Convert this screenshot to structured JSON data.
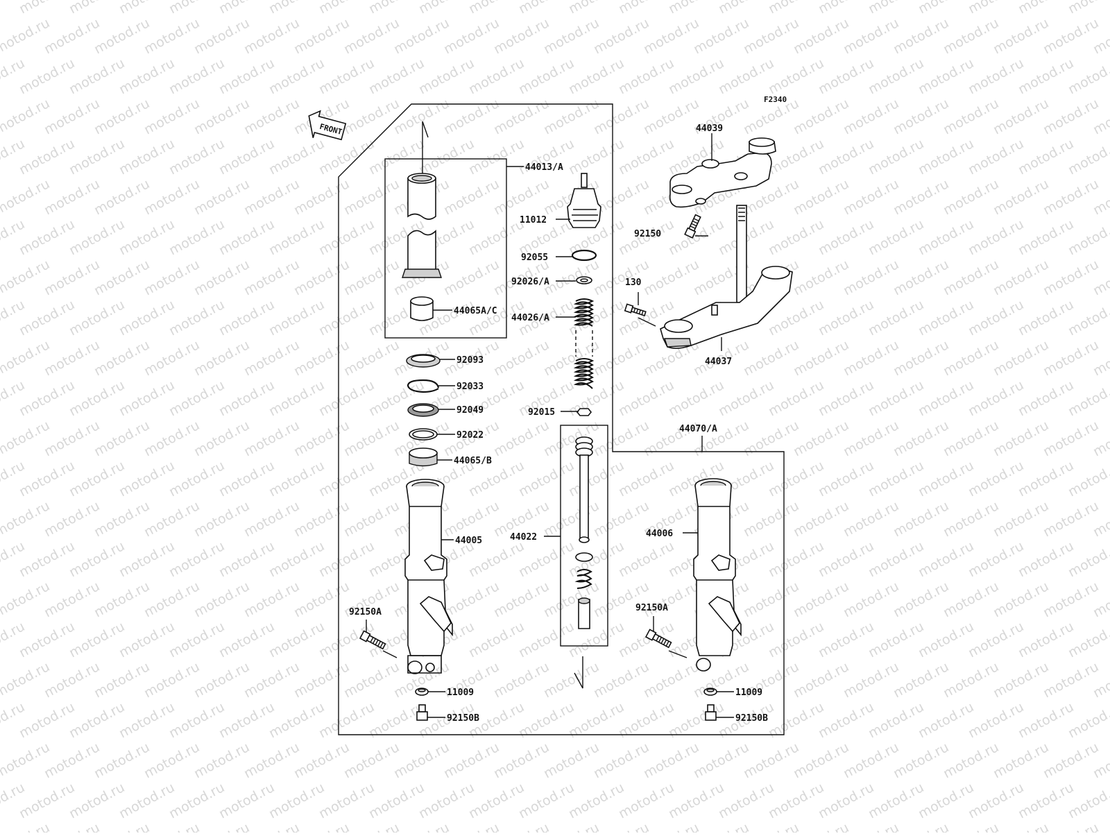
{
  "diagram_code": "F2340",
  "front_label": "FRONT",
  "watermark": "motod.ru",
  "parts": {
    "p44039": "44039",
    "p92150_clamp": "92150",
    "p130": "130",
    "p44037": "44037",
    "p44013A": "44013/A",
    "p11012": "11012",
    "p92055": "92055",
    "p92026A": "92026/A",
    "p44065AC": "44065A/C",
    "p44026A": "44026/A",
    "p92093": "92093",
    "p92033": "92033",
    "p92049": "92049",
    "p92015": "92015",
    "p92022": "92022",
    "p44065B": "44065/B",
    "p44070A": "44070/A",
    "p44005": "44005",
    "p44022": "44022",
    "p44006": "44006",
    "p92150A_left": "92150A",
    "p92150A_right": "92150A",
    "p11009_left": "11009",
    "p11009_right": "11009",
    "p92150B_left": "92150B",
    "p92150B_right": "92150B"
  }
}
